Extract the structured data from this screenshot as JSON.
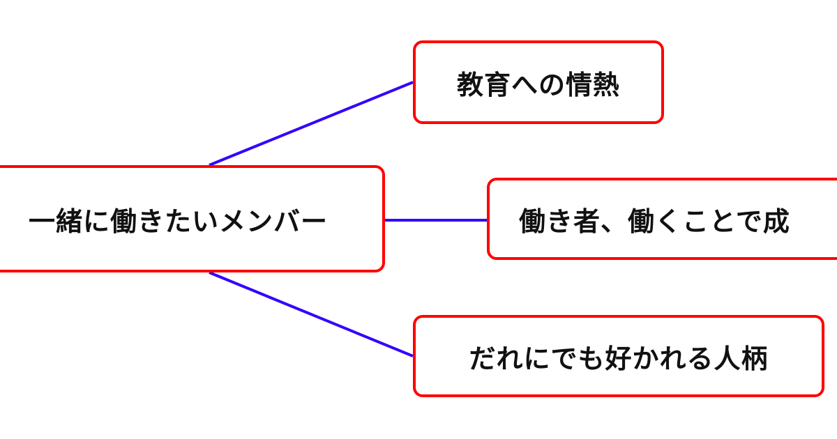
{
  "mindmap": {
    "center": {
      "label": "一緒に働きたいメンバー"
    },
    "branches": [
      {
        "label": "教育への情熱"
      },
      {
        "label": "働き者、働くことで成"
      },
      {
        "label": "だれにでも好かれる人柄"
      }
    ]
  },
  "colors": {
    "node_border": "#ff0000",
    "connector": "#3300ff",
    "text": "#111111",
    "background": "#ffffff"
  }
}
